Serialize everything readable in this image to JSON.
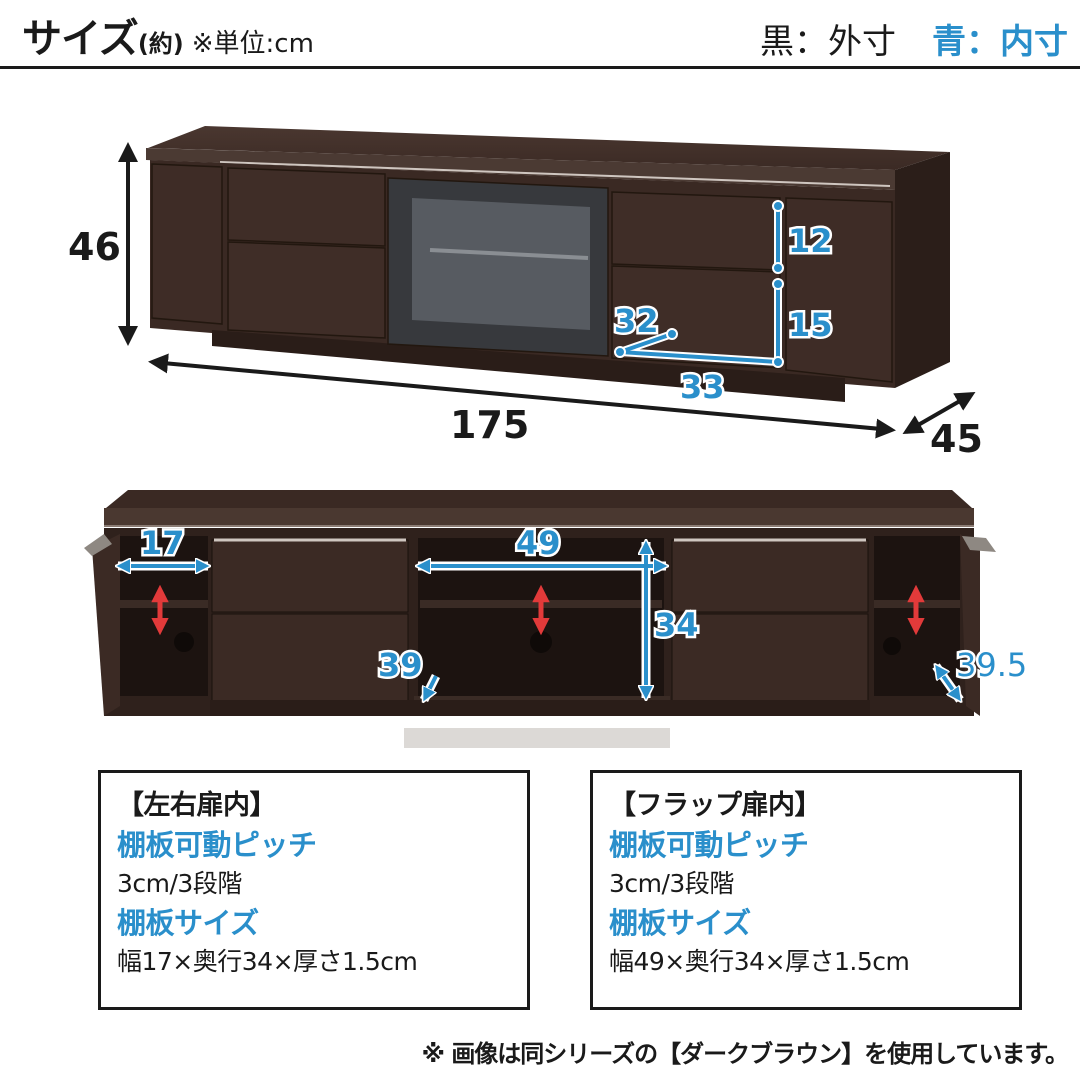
{
  "header": {
    "title": "サイズ",
    "approx": "(約)",
    "unit_note": "※単位:cm",
    "legend_outer": "黒：外寸",
    "legend_inner": "青：内寸"
  },
  "colors": {
    "outer_dimension": "#1a1a1a",
    "inner_dimension": "#2a8fcb",
    "adjustable_arrow": "#e23a3a",
    "wood": "#3b2a24",
    "wood_dark": "#2a1d18",
    "glass": "#4a4d52"
  },
  "top_view": {
    "outer": {
      "height": "46",
      "width": "175",
      "depth": "45"
    },
    "inner": {
      "drawer_upper_height": "12",
      "drawer_lower_height": "15",
      "drawer_depth": "32",
      "drawer_width": "33"
    }
  },
  "front_view": {
    "inner": {
      "side_width": "17",
      "center_width": "49",
      "center_depth": "34",
      "flap_door_depth": "39",
      "side_door_depth": "39.5"
    }
  },
  "info_boxes": [
    {
      "title": "【左右扉内】",
      "pitch_label": "棚板可動ピッチ",
      "pitch_value": "3cm/3段階",
      "size_label": "棚板サイズ",
      "size_value": "幅17×奥行34×厚さ1.5cm"
    },
    {
      "title": "【フラップ扉内】",
      "pitch_label": "棚板可動ピッチ",
      "pitch_value": "3cm/3段階",
      "size_label": "棚板サイズ",
      "size_value": "幅49×奥行34×厚さ1.5cm"
    }
  ],
  "footnote": "※ 画像は同シリーズの【ダークブラウン】を使用しています。"
}
